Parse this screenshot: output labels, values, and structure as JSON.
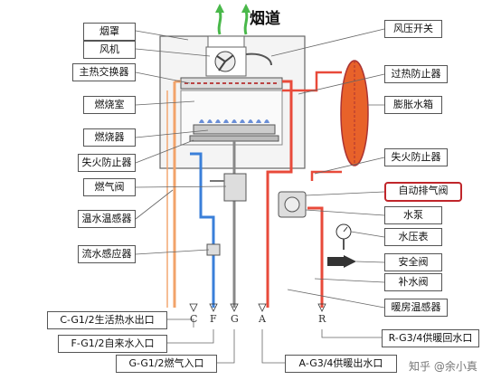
{
  "title": "烟道",
  "left_labels": [
    "烟罩",
    "风机",
    "主热交换器",
    "燃烧室",
    "燃烧器",
    "失火防止器",
    "燃气阀",
    "温水温感器",
    "流水感应器"
  ],
  "right_labels": [
    "风压开关",
    "过热防止器",
    "膨胀水箱",
    "失火防止器",
    "自动排气阀",
    "水泵",
    "水压表",
    "安全阀",
    "补水阀",
    "暖房温感器"
  ],
  "bottom_labels": {
    "c": "C-G1/2生活热水出口",
    "f": "F-G1/2自来水入口",
    "g": "G-G1/2燃气入口",
    "a": "A-G3/4供暖出水口",
    "r": "R-G3/4供暖回水口"
  },
  "ports": [
    "C",
    "F",
    "G",
    "A",
    "R"
  ],
  "watermark": "知乎 @余小真",
  "colors": {
    "hot": "#e84a3a",
    "cold": "#3a7fd9",
    "warm": "#f2a36a",
    "gas": "#777777",
    "tank": "#e8622a",
    "highlight": "#c0262b"
  }
}
